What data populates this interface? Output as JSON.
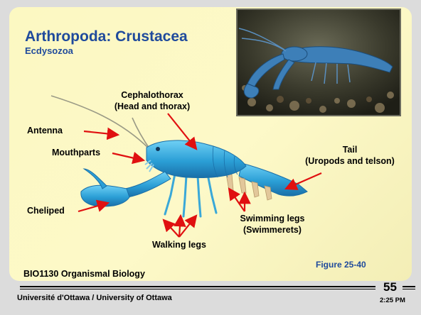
{
  "slide": {
    "title": "Arthropoda: Crustacea",
    "subtitle": "Ecdysozoa",
    "labels": {
      "cephalothorax": [
        "Cephalothorax",
        "(Head and thorax)"
      ],
      "antenna": "Antenna",
      "mouthparts": "Mouthparts",
      "tail": [
        "Tail",
        "(Uropods and telson)"
      ],
      "cheliped": "Cheliped",
      "swimming_legs": [
        "Swimming legs",
        "(Swimmerets)"
      ],
      "walking_legs": "Walking legs"
    },
    "figure_ref": "Figure 25-40",
    "course": "BIO1130 Organismal Biology",
    "footer": "Université d'Ottawa / University of Ottawa",
    "page_number": "55",
    "time": "2:25 PM"
  },
  "colors": {
    "title": "#1f4a9c",
    "arrow": "#e01010",
    "lobster_blue": "#3aa8d8",
    "panel": "#fdf9c8"
  },
  "images": {
    "photo": "blue-lobster-photo",
    "diagram": "blue-lobster-diagram"
  }
}
